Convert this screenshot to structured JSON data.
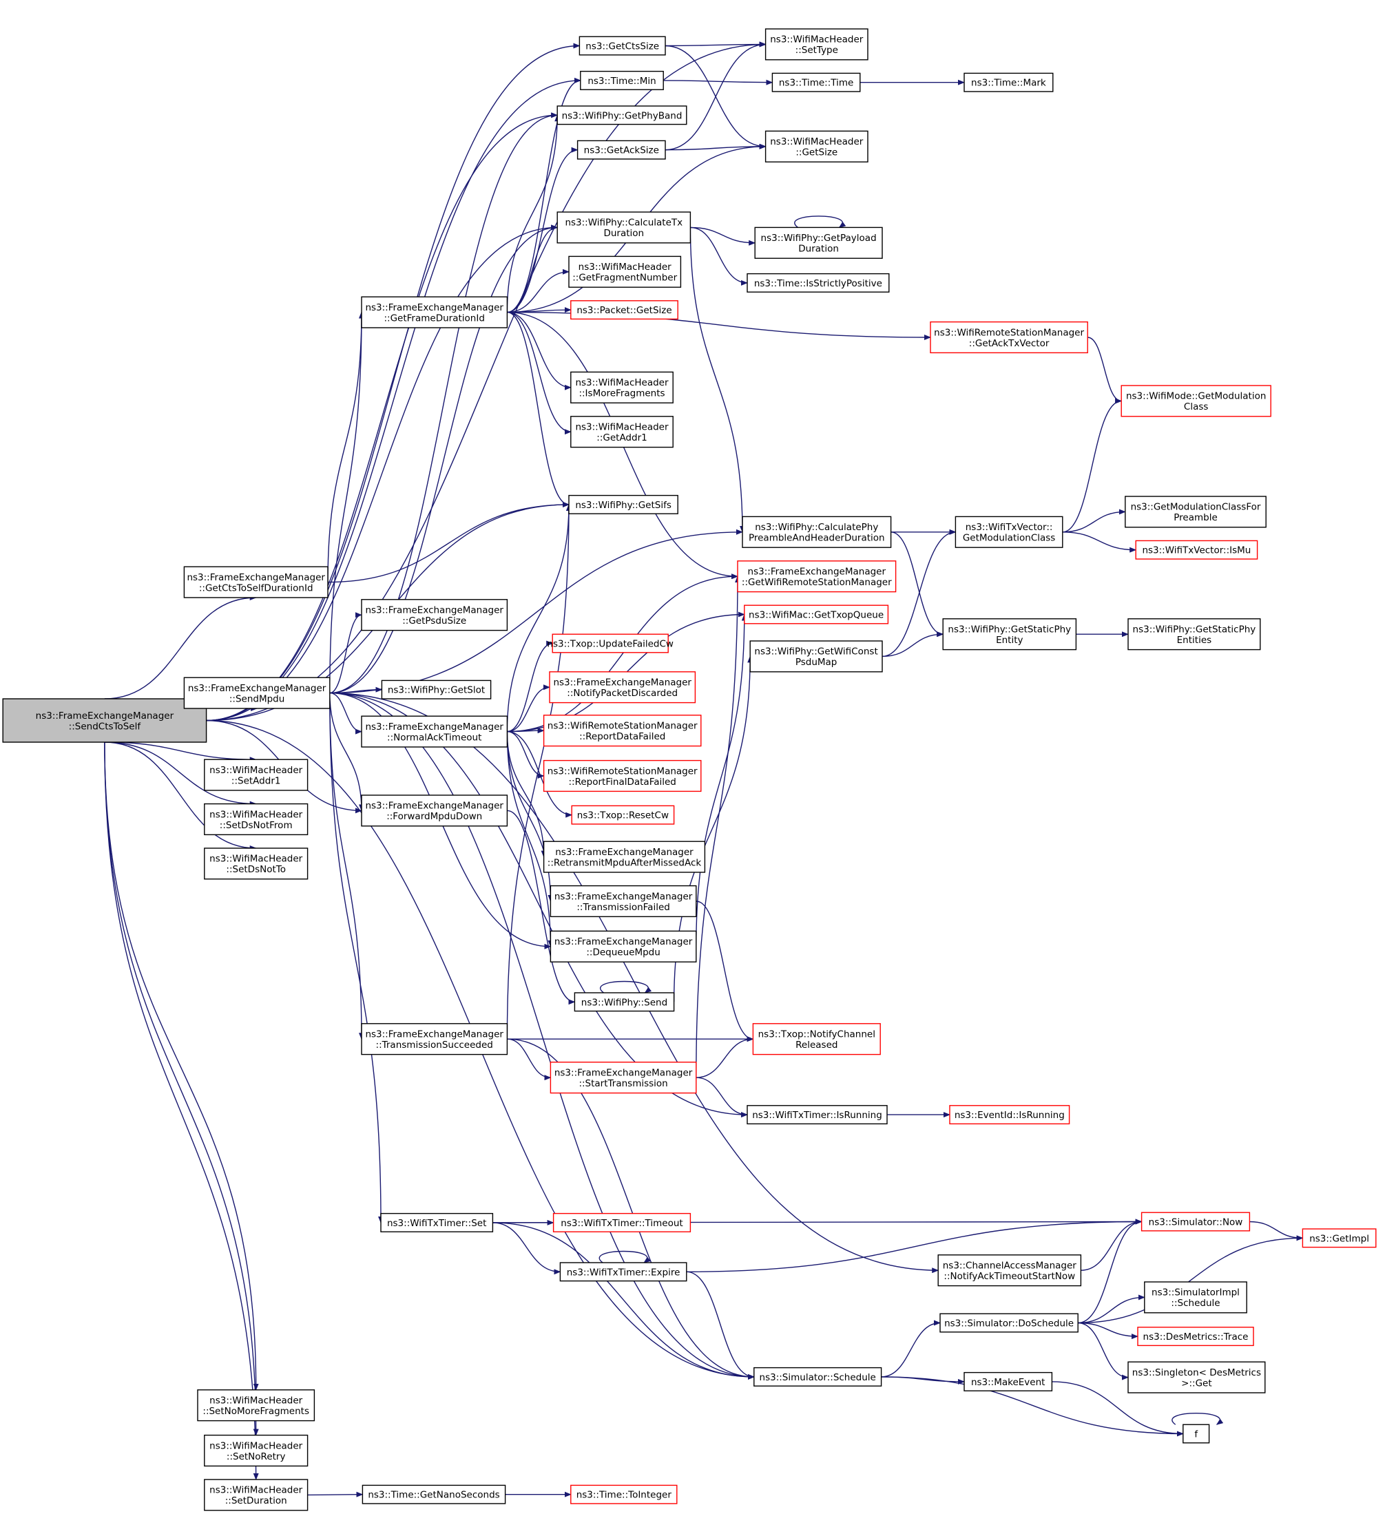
{
  "colors": {
    "edge": "#191970",
    "node_border": "#000000",
    "node_border_truncated": "#ff0000",
    "node_fill": "#ffffff",
    "root_fill": "#bfbfbf"
  },
  "nodes": [
    {
      "id": "root",
      "lines": [
        "ns3::FrameExchangeManager",
        "::SendCtsToSelf"
      ],
      "style": "root"
    },
    {
      "id": "getctssize",
      "lines": [
        "ns3::GetCtsSize"
      ],
      "style": "normal"
    },
    {
      "id": "settype",
      "lines": [
        "ns3::WifiMacHeader",
        "::SetType"
      ],
      "style": "normal"
    },
    {
      "id": "timemin",
      "lines": [
        "ns3::Time::Min"
      ],
      "style": "normal"
    },
    {
      "id": "timetime",
      "lines": [
        "ns3::Time::Time"
      ],
      "style": "normal"
    },
    {
      "id": "timemark",
      "lines": [
        "ns3::Time::Mark"
      ],
      "style": "normal"
    },
    {
      "id": "getphyband",
      "lines": [
        "ns3::WifiPhy::GetPhyBand"
      ],
      "style": "normal"
    },
    {
      "id": "getacksize",
      "lines": [
        "ns3::GetAckSize"
      ],
      "style": "normal"
    },
    {
      "id": "macgetsize",
      "lines": [
        "ns3::WifiMacHeader",
        "::GetSize"
      ],
      "style": "normal"
    },
    {
      "id": "calctx",
      "lines": [
        "ns3::WifiPhy::CalculateTx",
        "Duration"
      ],
      "style": "normal"
    },
    {
      "id": "getpayload",
      "lines": [
        "ns3::WifiPhy::GetPayload",
        "Duration"
      ],
      "style": "normal"
    },
    {
      "id": "getfragnum",
      "lines": [
        "ns3::WifiMacHeader",
        "::GetFragmentNumber"
      ],
      "style": "normal"
    },
    {
      "id": "strictpos",
      "lines": [
        "ns3::Time::IsStrictlyPositive"
      ],
      "style": "normal"
    },
    {
      "id": "getframedur",
      "lines": [
        "ns3::FrameExchangeManager",
        "::GetFrameDurationId"
      ],
      "style": "normal"
    },
    {
      "id": "packetgetsize",
      "lines": [
        "ns3::Packet::GetSize"
      ],
      "style": "truncated"
    },
    {
      "id": "getacktx",
      "lines": [
        "ns3::WifiRemoteStationManager",
        "::GetAckTxVector"
      ],
      "style": "truncated"
    },
    {
      "id": "ismorefrag",
      "lines": [
        "ns3::WifiMacHeader",
        "::IsMoreFragments"
      ],
      "style": "normal"
    },
    {
      "id": "modgetclass",
      "lines": [
        "ns3::WifiMode::GetModulation",
        "Class"
      ],
      "style": "truncated"
    },
    {
      "id": "getaddr1",
      "lines": [
        "ns3::WifiMacHeader",
        "::GetAddr1"
      ],
      "style": "normal"
    },
    {
      "id": "getsifs",
      "lines": [
        "ns3::WifiPhy::GetSifs"
      ],
      "style": "normal"
    },
    {
      "id": "calcphy",
      "lines": [
        "ns3::WifiPhy::CalculatePhy",
        "PreambleAndHeaderDuration"
      ],
      "style": "normal"
    },
    {
      "id": "txvgetclass",
      "lines": [
        "ns3::WifiTxVector::",
        "GetModulationClass"
      ],
      "style": "normal"
    },
    {
      "id": "getmodfor",
      "lines": [
        "ns3::GetModulationClassFor",
        "Preamble"
      ],
      "style": "normal"
    },
    {
      "id": "getctsdur",
      "lines": [
        "ns3::FrameExchangeManager",
        "::GetCtsToSelfDurationId"
      ],
      "style": "normal"
    },
    {
      "id": "getwrsm",
      "lines": [
        "ns3::FrameExchangeManager",
        "::GetWifiRemoteStationManager"
      ],
      "style": "truncated"
    },
    {
      "id": "ismu",
      "lines": [
        "ns3::WifiTxVector::IsMu"
      ],
      "style": "truncated"
    },
    {
      "id": "getpsdusize",
      "lines": [
        "ns3::FrameExchangeManager",
        "::GetPsduSize"
      ],
      "style": "normal"
    },
    {
      "id": "gettxopq",
      "lines": [
        "ns3::WifiMac::GetTxopQueue"
      ],
      "style": "truncated"
    },
    {
      "id": "getstaticent",
      "lines": [
        "ns3::WifiPhy::GetStaticPhy",
        "Entity"
      ],
      "style": "normal"
    },
    {
      "id": "getstaticents",
      "lines": [
        "ns3::WifiPhy::GetStaticPhy",
        "Entities"
      ],
      "style": "normal"
    },
    {
      "id": "updfailcw",
      "lines": [
        "ns3::Txop::UpdateFailedCw"
      ],
      "style": "truncated"
    },
    {
      "id": "getwificonst",
      "lines": [
        "ns3::WifiPhy::GetWifiConst",
        "PsduMap"
      ],
      "style": "normal"
    },
    {
      "id": "notifydisc",
      "lines": [
        "ns3::FrameExchangeManager",
        "::NotifyPacketDiscarded"
      ],
      "style": "truncated"
    },
    {
      "id": "sendmpdu",
      "lines": [
        "ns3::FrameExchangeManager",
        "::SendMpdu"
      ],
      "style": "normal"
    },
    {
      "id": "getslot",
      "lines": [
        "ns3::WifiPhy::GetSlot"
      ],
      "style": "normal"
    },
    {
      "id": "normalack",
      "lines": [
        "ns3::FrameExchangeManager",
        "::NormalAckTimeout"
      ],
      "style": "normal"
    },
    {
      "id": "repdatafail",
      "lines": [
        "ns3::WifiRemoteStationManager",
        "::ReportDataFailed"
      ],
      "style": "truncated"
    },
    {
      "id": "setaddr1",
      "lines": [
        "ns3::WifiMacHeader",
        "::SetAddr1"
      ],
      "style": "normal"
    },
    {
      "id": "repfinalfail",
      "lines": [
        "ns3::WifiRemoteStationManager",
        "::ReportFinalDataFailed"
      ],
      "style": "truncated"
    },
    {
      "id": "setdsnotfrom",
      "lines": [
        "ns3::WifiMacHeader",
        "::SetDsNotFrom"
      ],
      "style": "normal"
    },
    {
      "id": "fwdmpdu",
      "lines": [
        "ns3::FrameExchangeManager",
        "::ForwardMpduDown"
      ],
      "style": "normal"
    },
    {
      "id": "resetcw",
      "lines": [
        "ns3::Txop::ResetCw"
      ],
      "style": "truncated"
    },
    {
      "id": "setdsnotto",
      "lines": [
        "ns3::WifiMacHeader",
        "::SetDsNotTo"
      ],
      "style": "normal"
    },
    {
      "id": "retransmit",
      "lines": [
        "ns3::FrameExchangeManager",
        "::RetransmitMpduAfterMissedAck"
      ],
      "style": "normal"
    },
    {
      "id": "txfailed",
      "lines": [
        "ns3::FrameExchangeManager",
        "::TransmissionFailed"
      ],
      "style": "normal"
    },
    {
      "id": "dequeue",
      "lines": [
        "ns3::FrameExchangeManager",
        "::DequeueMpdu"
      ],
      "style": "normal"
    },
    {
      "id": "physend",
      "lines": [
        "ns3::WifiPhy::Send"
      ],
      "style": "normal"
    },
    {
      "id": "txsucc",
      "lines": [
        "ns3::FrameExchangeManager",
        "::TransmissionSucceeded"
      ],
      "style": "normal"
    },
    {
      "id": "notifychan",
      "lines": [
        "ns3::Txop::NotifyChannel",
        "Released"
      ],
      "style": "truncated"
    },
    {
      "id": "starttx",
      "lines": [
        "ns3::FrameExchangeManager",
        "::StartTransmission"
      ],
      "style": "truncated"
    },
    {
      "id": "timerisrun",
      "lines": [
        "ns3::WifiTxTimer::IsRunning"
      ],
      "style": "normal"
    },
    {
      "id": "eventisrun",
      "lines": [
        "ns3::EventId::IsRunning"
      ],
      "style": "truncated"
    },
    {
      "id": "timerset",
      "lines": [
        "ns3::WifiTxTimer::Set"
      ],
      "style": "normal"
    },
    {
      "id": "timertimeout",
      "lines": [
        "ns3::WifiTxTimer::Timeout"
      ],
      "style": "truncated"
    },
    {
      "id": "simnow",
      "lines": [
        "ns3::Simulator::Now"
      ],
      "style": "truncated"
    },
    {
      "id": "getimpl",
      "lines": [
        "ns3::GetImpl"
      ],
      "style": "truncated"
    },
    {
      "id": "timerexpire",
      "lines": [
        "ns3::WifiTxTimer::Expire"
      ],
      "style": "normal"
    },
    {
      "id": "notifyack",
      "lines": [
        "ns3::ChannelAccessManager",
        "::NotifyAckTimeoutStartNow"
      ],
      "style": "normal"
    },
    {
      "id": "simimplsched",
      "lines": [
        "ns3::SimulatorImpl",
        "::Schedule"
      ],
      "style": "normal"
    },
    {
      "id": "dosched",
      "lines": [
        "ns3::Simulator::DoSchedule"
      ],
      "style": "normal"
    },
    {
      "id": "destrace",
      "lines": [
        "ns3::DesMetrics::Trace"
      ],
      "style": "truncated"
    },
    {
      "id": "singleton",
      "lines": [
        "ns3::Singleton< DesMetrics",
        ">::Get"
      ],
      "style": "normal"
    },
    {
      "id": "simsched",
      "lines": [
        "ns3::Simulator::Schedule"
      ],
      "style": "normal"
    },
    {
      "id": "makeevent",
      "lines": [
        "ns3::MakeEvent"
      ],
      "style": "normal"
    },
    {
      "id": "setnomore",
      "lines": [
        "ns3::WifiMacHeader",
        "::SetNoMoreFragments"
      ],
      "style": "normal"
    },
    {
      "id": "f",
      "lines": [
        "f"
      ],
      "style": "normal"
    },
    {
      "id": "setnoretry",
      "lines": [
        "ns3::WifiMacHeader",
        "::SetNoRetry"
      ],
      "style": "normal"
    },
    {
      "id": "setduration",
      "lines": [
        "ns3::WifiMacHeader",
        "::SetDuration"
      ],
      "style": "normal"
    },
    {
      "id": "getnanosec",
      "lines": [
        "ns3::Time::GetNanoSeconds"
      ],
      "style": "normal"
    },
    {
      "id": "tointeger",
      "lines": [
        "ns3::Time::ToInteger"
      ],
      "style": "truncated"
    }
  ],
  "edges": [
    [
      "root",
      "settype"
    ],
    [
      "root",
      "getctssize"
    ],
    [
      "root",
      "timemin"
    ],
    [
      "root",
      "getphyband"
    ],
    [
      "root",
      "calctx"
    ],
    [
      "root",
      "getsifs"
    ],
    [
      "root",
      "getctsdur"
    ],
    [
      "root",
      "sendmpdu"
    ],
    [
      "root",
      "fwdmpdu"
    ],
    [
      "root",
      "setaddr1"
    ],
    [
      "root",
      "setdsnotfrom"
    ],
    [
      "root",
      "setdsnotto"
    ],
    [
      "root",
      "simsched"
    ],
    [
      "root",
      "setnomore"
    ],
    [
      "root",
      "setnoretry"
    ],
    [
      "root",
      "setduration"
    ],
    [
      "getctssize",
      "settype"
    ],
    [
      "getctssize",
      "macgetsize"
    ],
    [
      "timemin",
      "timetime"
    ],
    [
      "timetime",
      "timemark"
    ],
    [
      "getacksize",
      "settype"
    ],
    [
      "getacksize",
      "macgetsize"
    ],
    [
      "calctx",
      "getpayload"
    ],
    [
      "calctx",
      "strictpos"
    ],
    [
      "calctx",
      "calcphy"
    ],
    [
      "getpayload",
      "getpayload"
    ],
    [
      "getframedur",
      "timemin"
    ],
    [
      "getframedur",
      "getphyband"
    ],
    [
      "getframedur",
      "getacksize"
    ],
    [
      "getframedur",
      "calctx"
    ],
    [
      "getframedur",
      "getfragnum"
    ],
    [
      "getframedur",
      "packetgetsize"
    ],
    [
      "getframedur",
      "macgetsize"
    ],
    [
      "getframedur",
      "getacktx"
    ],
    [
      "getframedur",
      "ismorefrag"
    ],
    [
      "getframedur",
      "getaddr1"
    ],
    [
      "getframedur",
      "getsifs"
    ],
    [
      "getframedur",
      "getwrsm"
    ],
    [
      "getacktx",
      "modgetclass"
    ],
    [
      "calcphy",
      "txvgetclass"
    ],
    [
      "calcphy",
      "getstaticent"
    ],
    [
      "txvgetclass",
      "modgetclass"
    ],
    [
      "txvgetclass",
      "getmodfor"
    ],
    [
      "txvgetclass",
      "ismu"
    ],
    [
      "getctsdur",
      "getsifs"
    ],
    [
      "getctsdur",
      "getframedur"
    ],
    [
      "getstaticent",
      "getstaticents"
    ],
    [
      "getwificonst",
      "txvgetclass"
    ],
    [
      "getwificonst",
      "getstaticent"
    ],
    [
      "sendmpdu",
      "getframedur"
    ],
    [
      "sendmpdu",
      "getphyband"
    ],
    [
      "sendmpdu",
      "calctx"
    ],
    [
      "sendmpdu",
      "getpsdusize"
    ],
    [
      "sendmpdu",
      "calcphy"
    ],
    [
      "sendmpdu",
      "getslot"
    ],
    [
      "sendmpdu",
      "normalack"
    ],
    [
      "sendmpdu",
      "fwdmpdu"
    ],
    [
      "sendmpdu",
      "dequeue"
    ],
    [
      "sendmpdu",
      "txsucc"
    ],
    [
      "sendmpdu",
      "timerisrun"
    ],
    [
      "sendmpdu",
      "timerset"
    ],
    [
      "sendmpdu",
      "notifyack"
    ],
    [
      "sendmpdu",
      "simsched"
    ],
    [
      "normalack",
      "getwrsm"
    ],
    [
      "normalack",
      "gettxopq"
    ],
    [
      "normalack",
      "getsifs"
    ],
    [
      "normalack",
      "updfailcw"
    ],
    [
      "normalack",
      "notifydisc"
    ],
    [
      "normalack",
      "repdatafail"
    ],
    [
      "normalack",
      "repfinalfail"
    ],
    [
      "normalack",
      "resetcw"
    ],
    [
      "normalack",
      "retransmit"
    ],
    [
      "normalack",
      "txfailed"
    ],
    [
      "normalack",
      "dequeue"
    ],
    [
      "fwdmpdu",
      "physend"
    ],
    [
      "txfailed",
      "notifychan"
    ],
    [
      "dequeue",
      "gettxopq"
    ],
    [
      "physend",
      "getwificonst"
    ],
    [
      "physend",
      "physend"
    ],
    [
      "txsucc",
      "getsifs"
    ],
    [
      "txsucc",
      "notifychan"
    ],
    [
      "txsucc",
      "starttx"
    ],
    [
      "txsucc",
      "simsched"
    ],
    [
      "starttx",
      "getwrsm"
    ],
    [
      "starttx",
      "notifychan"
    ],
    [
      "starttx",
      "timerisrun"
    ],
    [
      "timerisrun",
      "eventisrun"
    ],
    [
      "timerset",
      "simnow"
    ],
    [
      "timerset",
      "timertimeout"
    ],
    [
      "timerset",
      "timerexpire"
    ],
    [
      "timerset",
      "simsched"
    ],
    [
      "simnow",
      "getimpl"
    ],
    [
      "timerexpire",
      "simnow"
    ],
    [
      "timerexpire",
      "simsched"
    ],
    [
      "timerexpire",
      "timerexpire"
    ],
    [
      "notifyack",
      "simnow"
    ],
    [
      "dosched",
      "simnow"
    ],
    [
      "dosched",
      "getimpl"
    ],
    [
      "dosched",
      "simimplsched"
    ],
    [
      "dosched",
      "destrace"
    ],
    [
      "dosched",
      "singleton"
    ],
    [
      "simsched",
      "dosched"
    ],
    [
      "simsched",
      "makeevent"
    ],
    [
      "simsched",
      "f"
    ],
    [
      "makeevent",
      "f"
    ],
    [
      "f",
      "f"
    ],
    [
      "setduration",
      "getnanosec"
    ],
    [
      "getnanosec",
      "tointeger"
    ]
  ]
}
